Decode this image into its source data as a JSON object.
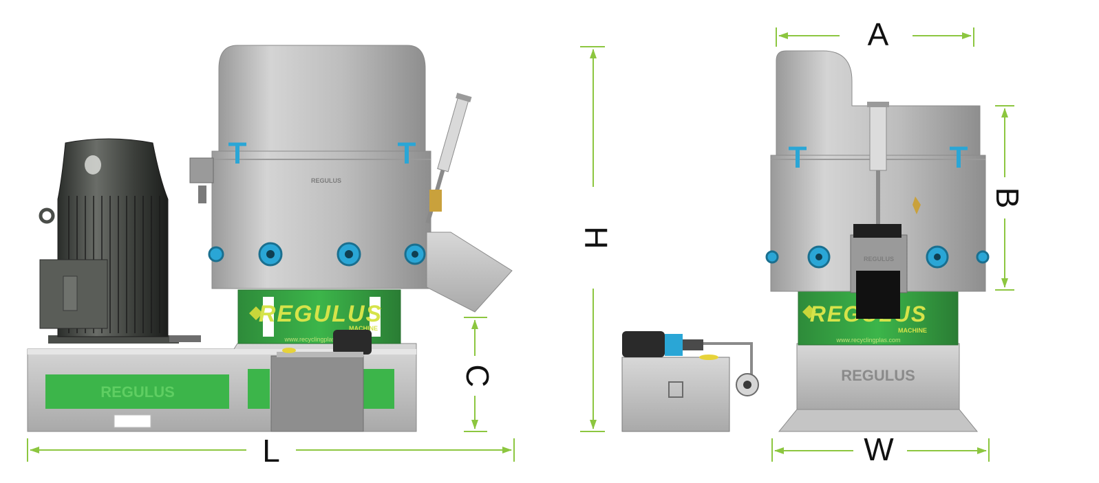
{
  "dimensions": {
    "A": "A",
    "B": "B",
    "C": "C",
    "H": "H",
    "L": "L",
    "W": "W"
  },
  "branding": {
    "name": "REGULUS",
    "machine": "MACHINE",
    "url": "www.recyclingplas.com"
  },
  "colors": {
    "dimension_line": "#8cc63f",
    "brand_green": "#39b54a",
    "steel": "#c7c7c7",
    "valve_blue": "#2aa6d6",
    "text": "#111111"
  }
}
